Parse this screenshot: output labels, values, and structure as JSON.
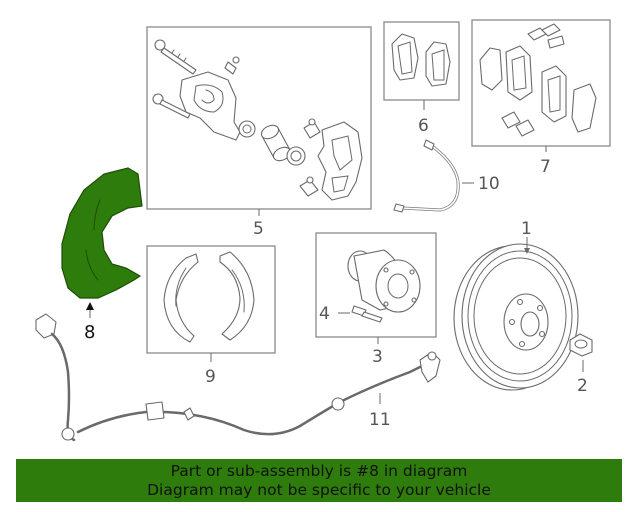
{
  "callouts": {
    "c1": "1",
    "c2": "2",
    "c3": "3",
    "c4": "4",
    "c5": "5",
    "c6": "6",
    "c7": "7",
    "c8": "8",
    "c9": "9",
    "c10": "10",
    "c11": "11"
  },
  "highlight_part": "8",
  "colors": {
    "highlight": "#2e7d0c",
    "banner": "#2e7d0c",
    "line": "#6a6a6a"
  },
  "banner": {
    "line1": "Part or sub-assembly is #8 in diagram",
    "line2": "Diagram may not be specific to your vehicle"
  }
}
